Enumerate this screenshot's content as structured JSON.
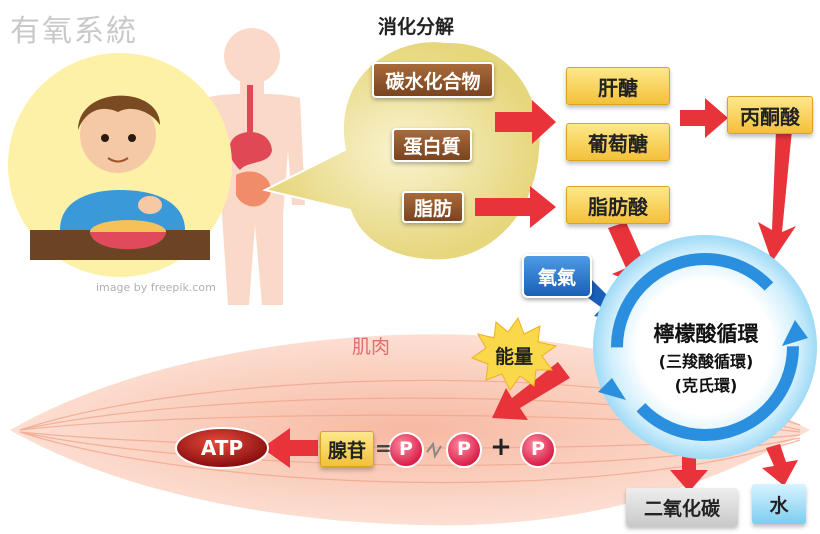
{
  "title": "有氧系統",
  "credit": "image by freepik.com",
  "digestion_label": "消化分解",
  "nutrients": [
    "碳水化合物",
    "蛋白質",
    "脂肪"
  ],
  "intermediates": {
    "glycogen": "肝醣",
    "glucose": "葡萄醣",
    "pyruvate": "丙酮酸",
    "fatty_acid": "脂肪酸"
  },
  "oxygen": "氧氣",
  "cycle": {
    "name": "檸檬酸循環",
    "alt1": "(三羧酸循環)",
    "alt2": "(克氏環)"
  },
  "products": [
    "二氧化碳",
    "水"
  ],
  "muscle_label": "肌肉",
  "energy_label": "能量",
  "atp_label": "ATP",
  "equation": {
    "adenosine": "腺苷",
    "equals": "=",
    "p": "P",
    "plus": "+"
  },
  "colors": {
    "gold": "#f3c13a",
    "brown": "#7a4420",
    "arrow_red": "#e8333a",
    "cycle_blue": "#2b8fe0",
    "atp_red": "#b31e1e",
    "oxygen_blue": "#1a5fb8"
  }
}
